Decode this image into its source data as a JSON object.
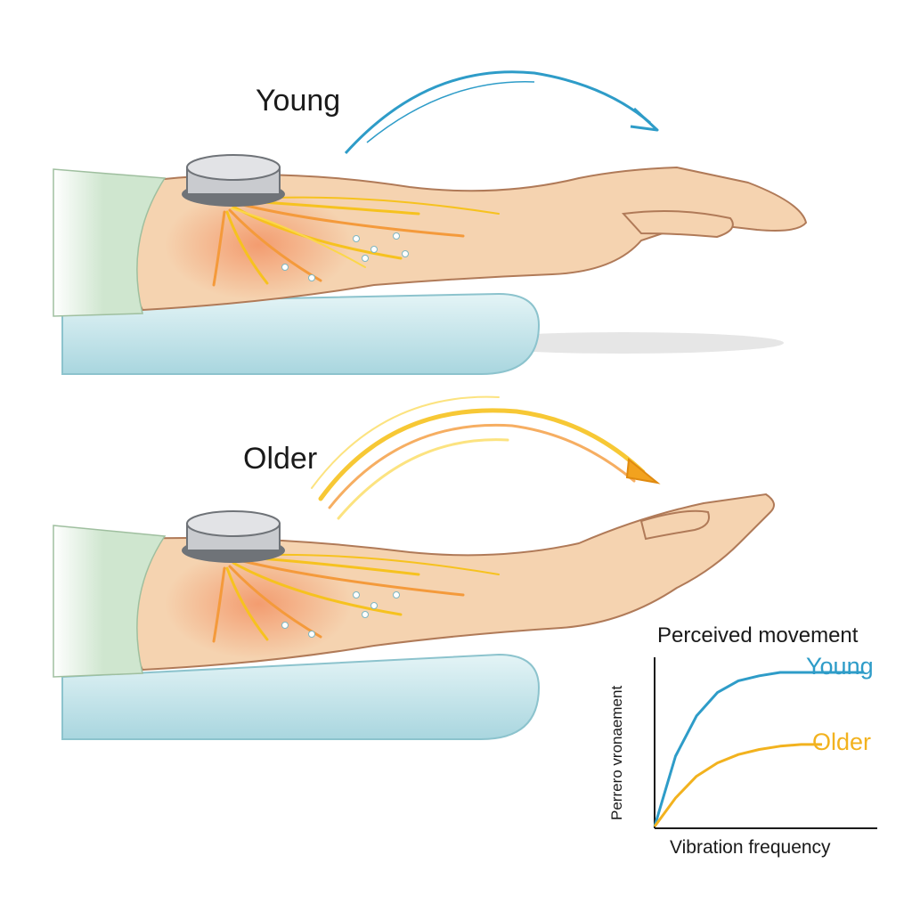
{
  "labels": {
    "young": "Young",
    "older": "Older"
  },
  "graph": {
    "title": "Perceived movement",
    "x_label": "Vibration frequency",
    "y_label": "Perrero vronaement"
  },
  "colors": {
    "young": "#2e9cc8",
    "older": "#f2b21e",
    "skin": "#f5d3b0",
    "sleeve": "#cfe6cf",
    "cushion": "#cdebef",
    "vibrator": "#c9cbcf"
  },
  "chart_data": {
    "type": "line",
    "title": "Perceived movement",
    "xlabel": "Vibration frequency",
    "ylabel": "Perrero vronaement",
    "series": [
      {
        "name": "Young",
        "x": [
          0,
          0.1,
          0.2,
          0.3,
          0.4,
          0.5,
          0.6,
          0.7,
          0.8,
          0.9,
          1.0
        ],
        "values": [
          0,
          0.42,
          0.66,
          0.8,
          0.87,
          0.9,
          0.92,
          0.92,
          0.92,
          0.92,
          0.92
        ]
      },
      {
        "name": "Older",
        "x": [
          0,
          0.1,
          0.2,
          0.3,
          0.4,
          0.5,
          0.6,
          0.7,
          0.8
        ],
        "values": [
          0,
          0.17,
          0.3,
          0.38,
          0.43,
          0.46,
          0.48,
          0.49,
          0.49
        ]
      }
    ]
  }
}
